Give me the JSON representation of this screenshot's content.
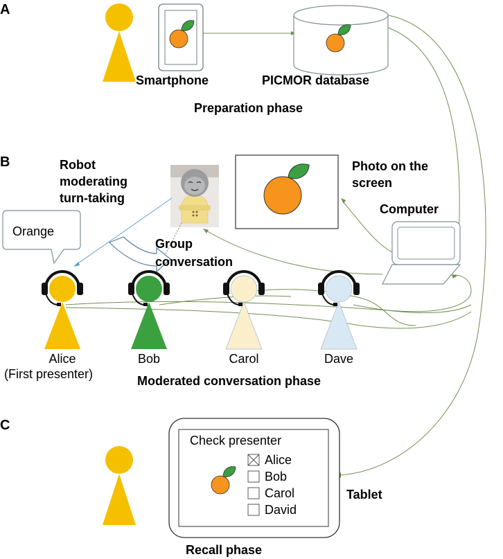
{
  "sections": {
    "a": "A",
    "b": "B",
    "c": "C"
  },
  "preparation": {
    "smartphone_label": "Smartphone",
    "database_label": "PICMOR database",
    "phase_label": "Preparation phase"
  },
  "moderated": {
    "robot_label_line1": "Robot",
    "robot_label_line2": "moderating",
    "robot_label_line3": "turn-taking",
    "photo_label_line1": "Photo on the",
    "photo_label_line2": "screen",
    "computer_label": "Computer",
    "speech_bubble": "Orange",
    "group_label_line1": "Group",
    "group_label_line2": "conversation",
    "participants": [
      {
        "name": "Alice",
        "color": "#f5c000"
      },
      {
        "name": "Bob",
        "color": "#3aa040"
      },
      {
        "name": "Carol",
        "color": "#fbeecb"
      },
      {
        "name": "Dave",
        "color": "#d8e8f5"
      }
    ],
    "first_presenter_note": "(First presenter)",
    "phase_label": "Moderated conversation phase"
  },
  "recall": {
    "tablet_title": "Check presenter",
    "options": [
      {
        "label": "Alice",
        "checked": true
      },
      {
        "label": "Bob",
        "checked": false
      },
      {
        "label": "Carol",
        "checked": false
      },
      {
        "label": "David",
        "checked": false
      }
    ],
    "tablet_label": "Tablet",
    "phase_label": "Recall phase"
  },
  "colors": {
    "person_yellow": "#f5c000",
    "orange": "#f7941d",
    "leaf_green": "#3aa040",
    "connector_green": "#6f8f50",
    "connector_blue": "#5b9bd5"
  }
}
